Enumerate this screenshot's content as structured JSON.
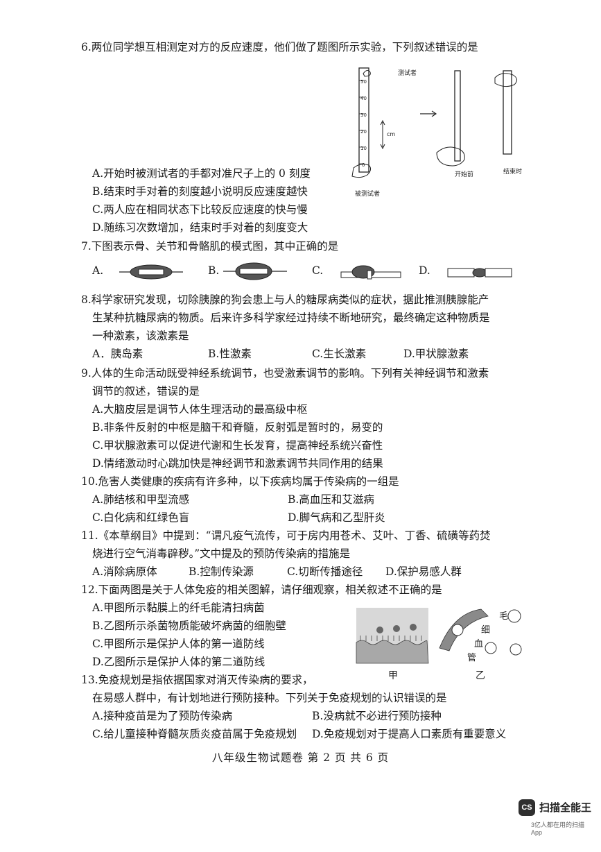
{
  "q6": {
    "stem": "6.两位同学想互相测定对方的反应速度，他们做了题图所示实验，下列叙述错误的是",
    "options": [
      "A.开始时被测试者的手都对准尺子上的 0 刻度",
      "B.结束时手对着的刻度越小说明反应速度越快",
      "C.两人应在相同状态下比较反应速度的快与慢",
      "D.随练习次数增加，结束时手对着的刻度变大"
    ],
    "figure": {
      "tester": "测试者",
      "testee": "被测试者",
      "unit": "cm",
      "start": "开始前",
      "end": "结束时",
      "ticks": [
        "50",
        "40",
        "30",
        "20",
        "10",
        "0"
      ]
    }
  },
  "q7": {
    "stem": "7.下图表示骨、关节和骨骼肌的模式图，其中正确的是",
    "options": [
      "A.",
      "B.",
      "C.",
      "D."
    ]
  },
  "q8": {
    "stem1": "8.科学家研究发现，切除胰腺的狗会患上与人的糖尿病类似的症状，据此推测胰腺能产",
    "stem2": "生某种抗糖尿病的物质。后来许多科学家经过持续不断地研究，最终确定这种物质是",
    "stem3": "一种激素，该激素是",
    "options": [
      "A．胰岛素",
      "B.性激素",
      "C.生长激素",
      "D.甲状腺激素"
    ]
  },
  "q9": {
    "stem1": "9.人体的生命活动既受神经系统调节，也受激素调节的影响。下列有关神经调节和激素",
    "stem2": "调节的叙述，错误的是",
    "options": [
      "A.大脑皮层是调节人体生理活动的最高级中枢",
      "B.非条件反射的中枢是脑干和脊髓，反射弧是暂时的，易变的",
      "C.甲状腺激素可以促进代谢和生长发育，提高神经系统兴奋性",
      "D.情绪激动时心跳加快是神经调节和激素调节共同作用的结果"
    ]
  },
  "q10": {
    "stem": "10.危害人类健康的疾病有许多种，以下疾病均属于传染病的一组是",
    "options": [
      "A.肺结核和甲型流感",
      "B.高血压和艾滋病",
      "C.白化病和红绿色盲",
      "D.脚气病和乙型肝炎"
    ]
  },
  "q11": {
    "stem1": "11.《本草纲目》中提到：“谓凡疫气流传，可于房内用苍术、艾叶、丁香、硫磺等药焚",
    "stem2": "烧进行空气消毒辟秽。”文中提及的预防传染病的措施是",
    "options": [
      "A.消除病原体",
      "B.控制传染源",
      "C.切断传播途径",
      "D.保护易感人群"
    ]
  },
  "q12": {
    "stem": "12.下面两图是关于人体免疫的相关图解，请仔细观察，相关叙述不正确的是",
    "options": [
      "A.甲图所示黏膜上的纤毛能清扫病菌",
      "B.乙图所示杀菌物质能破坏病菌的细胞壁",
      "C.甲图所示是保护人体的第一道防线",
      "D.乙图所示是保护人体的第二道防线"
    ],
    "figure": {
      "jia": "甲",
      "yi": "乙",
      "mao": "毛",
      "xi": "细",
      "xue": "血",
      "guan": "管"
    }
  },
  "q13": {
    "stem1": "13.免疫规划是指依据国家对消灭传染病的要求，",
    "stem2": "在易感人群中，有计划地进行预防接种。下列关于免疫规划的认识错误的是",
    "options": [
      "A.接种疫苗是为了预防传染病",
      "B.没病就不必进行预防接种",
      "C.给儿童接种脊髓灰质炎疫苗属于免疫规划",
      "D.免疫规划对于提高人口素质有重要意义"
    ]
  },
  "footer": "八年级生物试题卷 第 2 页 共 6 页",
  "badge": {
    "logo": "CS",
    "name": "扫描全能王",
    "sub": "3亿人都在用的扫描App"
  }
}
